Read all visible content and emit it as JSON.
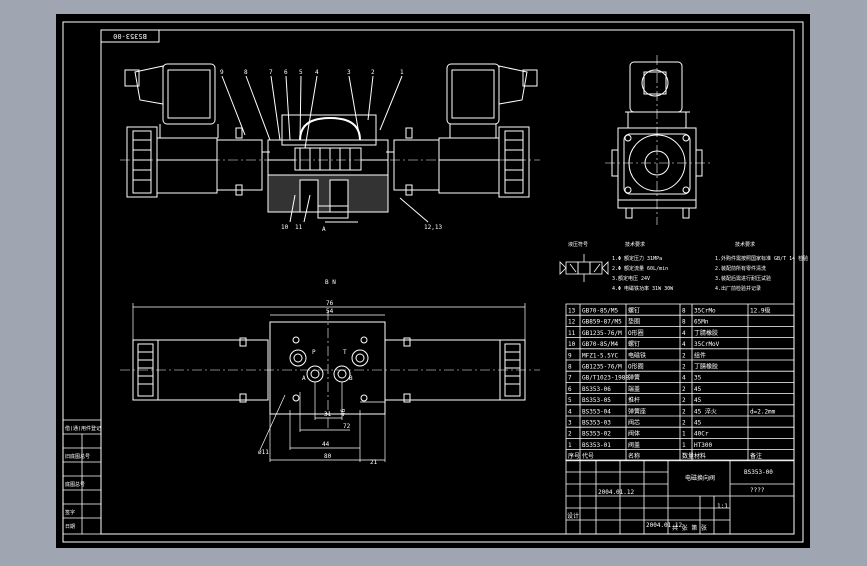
{
  "colors": {
    "window_bg": "#9fa6b1",
    "sheet_bg": "#000000",
    "line": "#ffffff",
    "dim_cyan": "#8fd8ff"
  },
  "drawing": {
    "drawing_no_rotated": "BS353-00",
    "drawing_no": "BS353-00",
    "leaders_top": [
      "9",
      "8",
      "7",
      "6",
      "5",
      "4",
      "3",
      "2",
      "1"
    ],
    "leaders_bottom": [
      "10",
      "11",
      "12,13"
    ],
    "section_label": "A",
    "section_view_label": "B  N",
    "port_labels": [
      "P",
      "T",
      "A",
      "B"
    ],
    "dims": [
      "76",
      "54",
      "46",
      "31",
      "72",
      "ø11",
      "44",
      "80",
      "21"
    ],
    "tech_notes": [
      "1.Φ 额定压力   31MPa",
      "2.Φ 额定流量   60L/min",
      "3.额定电压       24V",
      "4.Φ 电磁铁功率 31W  30W"
    ],
    "tech_notes_right": [
      "1.外购件需按照国家标准 GB/T 14 检验",
      "2.装配前所有零件清洗",
      "3.装配后需进行耐压试验",
      "4.出厂前检验并记录"
    ],
    "symbol_title": "液压符号",
    "tech_title": "技术要求"
  },
  "parts_table": [
    {
      "no": "13",
      "code": "GB70-85/M5",
      "name": "螺钉",
      "qty": "8",
      "mat": "35CrMo",
      "remark": "12.9级"
    },
    {
      "no": "12",
      "code": "GB859-87/M5",
      "name": "垫圈",
      "qty": "8",
      "mat": "65Mn",
      "remark": ""
    },
    {
      "no": "11",
      "code": "GB1235-76/M",
      "name": "O形圈",
      "qty": "4",
      "mat": "丁腈橡胶",
      "remark": ""
    },
    {
      "no": "10",
      "code": "GB70-85/M4",
      "name": "螺钉",
      "qty": "4",
      "mat": "35CrMoV",
      "remark": ""
    },
    {
      "no": "9",
      "code": "MFZ1-5.5YC",
      "name": "电磁铁",
      "qty": "2",
      "mat": "组件",
      "remark": ""
    },
    {
      "no": "8",
      "code": "GB1235-76/M",
      "name": "O形圈",
      "qty": "2",
      "mat": "丁腈橡胶",
      "remark": ""
    },
    {
      "no": "7",
      "code": "GB/T1023-1988",
      "name": "弹簧",
      "qty": "4",
      "mat": "35",
      "remark": ""
    },
    {
      "no": "6",
      "code": "BS353-06",
      "name": "端盖",
      "qty": "2",
      "mat": "45",
      "remark": ""
    },
    {
      "no": "5",
      "code": "BS353-05",
      "name": "推杆",
      "qty": "2",
      "mat": "45",
      "remark": ""
    },
    {
      "no": "4",
      "code": "BS353-04",
      "name": "弹簧座",
      "qty": "2",
      "mat": "45 淬火",
      "remark": "d=2.2mm"
    },
    {
      "no": "3",
      "code": "BS353-03",
      "name": "阀芯",
      "qty": "2",
      "mat": "45",
      "remark": ""
    },
    {
      "no": "2",
      "code": "BS353-02",
      "name": "阀体",
      "qty": "1",
      "mat": "40Cr",
      "remark": ""
    },
    {
      "no": "1",
      "code": "BS353-01",
      "name": "阀盖",
      "qty": "1",
      "mat": "HT300",
      "remark": ""
    }
  ],
  "parts_header": {
    "no": "序号",
    "code": "代号",
    "name": "名称",
    "qty": "数量",
    "mat": "材料",
    "remark": "备注"
  },
  "title_block": {
    "part_title": "电磁换向阀",
    "drawing_no": "BS353-00",
    "scale": "1:1",
    "date": "2004.01.12",
    "designer": "设计",
    "sheet": "共 张 第 张",
    "school": "????"
  },
  "left_strip": [
    "借(通)用件登记",
    "",
    "旧底图总号",
    "",
    "底图总号",
    "",
    "签字",
    "日期"
  ]
}
